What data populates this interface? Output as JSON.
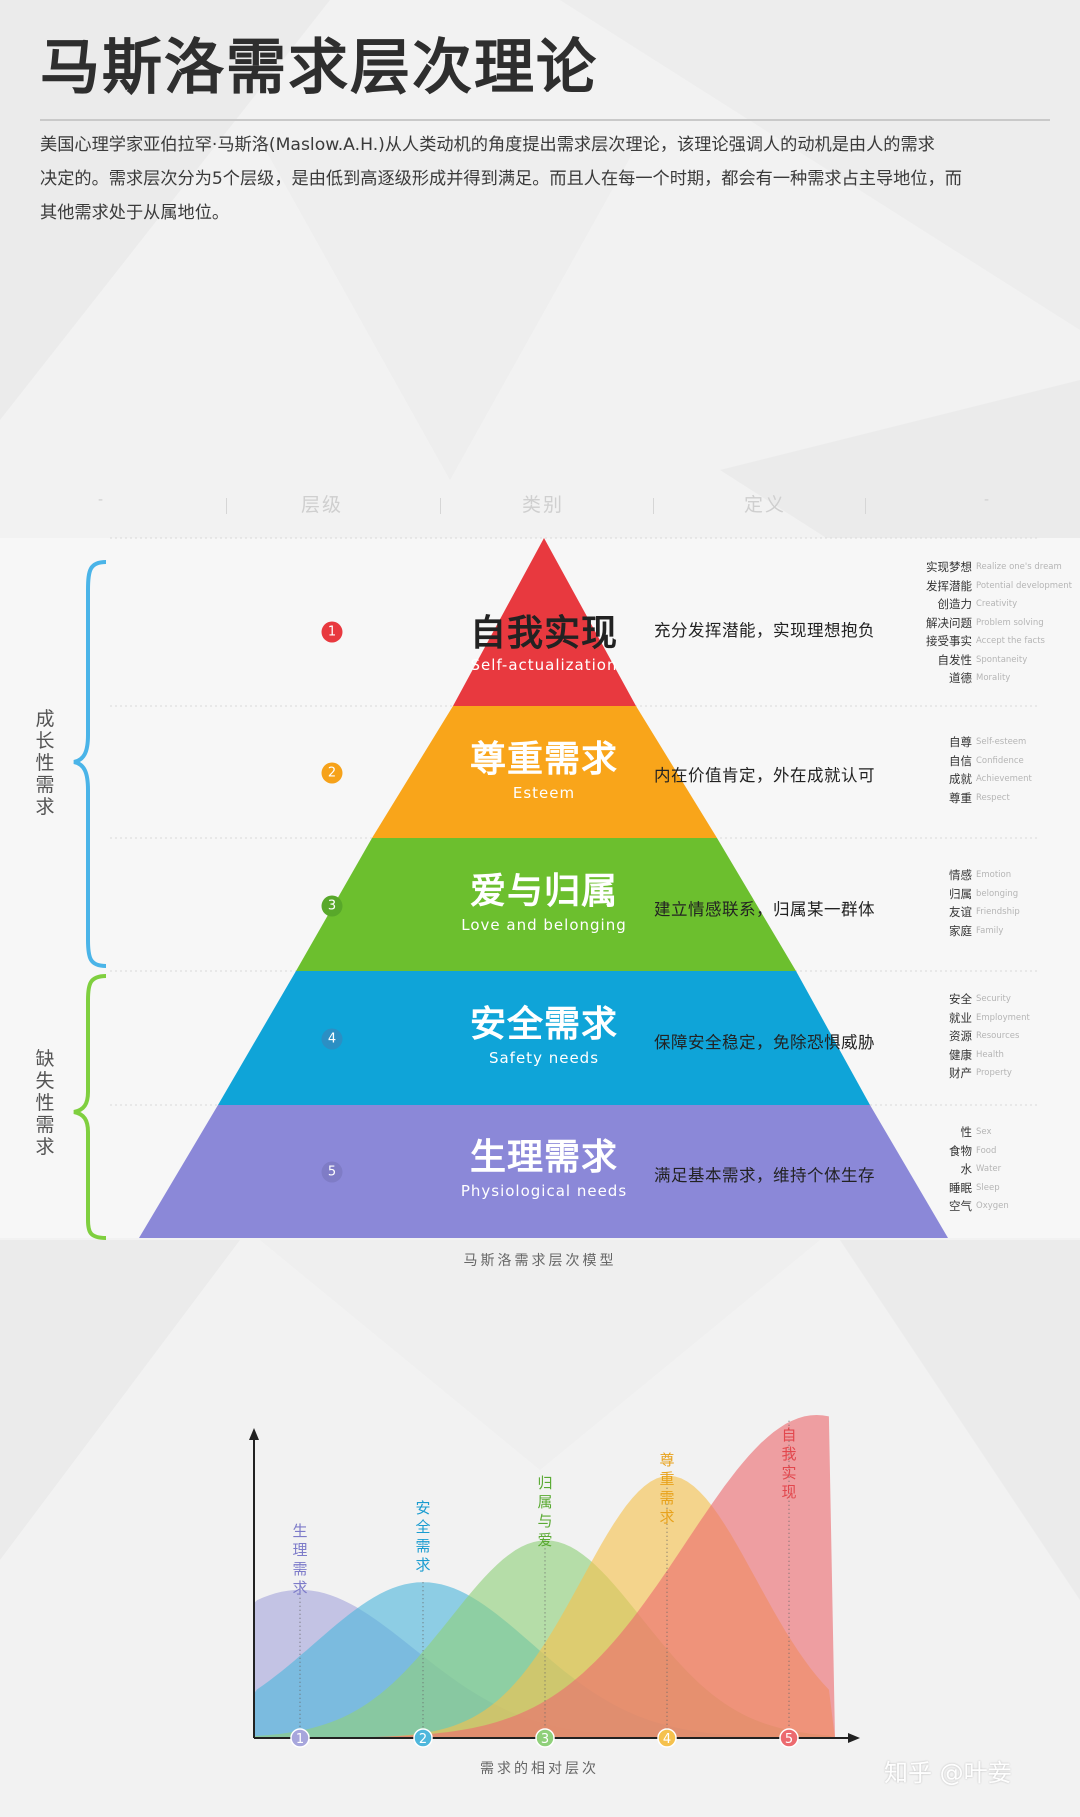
{
  "header": {
    "title": "马斯洛需求层次理论",
    "intro_lines": [
      "美国心理学家亚伯拉罕·马斯洛(Maslow.A.H.)从人类动机的角度提出需求层次理论，该理论强调人的动机是由人的需求",
      "决定的。需求层次分为5个层级，是由低到高逐级形成并得到满足。而且人在每一个时期，都会有一种需求占主导地位，而",
      "其他需求处于从属地位。"
    ]
  },
  "pyramid": {
    "columns": {
      "left_dash": "-",
      "level": "层级",
      "category": "类别",
      "definition": "定义",
      "right_dash": "-"
    },
    "groups": {
      "growth": "成长性需求",
      "deficiency": "缺失性需求"
    },
    "levels": [
      {
        "num": "1",
        "cn": "自我实现",
        "en": "Self-actualization",
        "color": "#e8393f",
        "num_color": "#e8393f",
        "definition": "充分发挥潜能，实现理想抱负",
        "keywords": [
          {
            "cn": "实现梦想",
            "en": "Realize one's dream"
          },
          {
            "cn": "发挥潜能",
            "en": "Potential development"
          },
          {
            "cn": "创造力",
            "en": "Creativity"
          },
          {
            "cn": "解决问题",
            "en": "Problem solving"
          },
          {
            "cn": "接受事实",
            "en": "Accept the facts"
          },
          {
            "cn": "自发性",
            "en": "Spontaneity"
          },
          {
            "cn": "道德",
            "en": "Morality"
          }
        ]
      },
      {
        "num": "2",
        "cn": "尊重需求",
        "en": "Esteem",
        "color": "#f9a51a",
        "num_color": "#f6a21a",
        "definition": "内在价值肯定，外在成就认可",
        "keywords": [
          {
            "cn": "自尊",
            "en": "Self-esteem"
          },
          {
            "cn": "自信",
            "en": "Confidence"
          },
          {
            "cn": "成就",
            "en": "Achievement"
          },
          {
            "cn": "尊重",
            "en": "Respect"
          }
        ]
      },
      {
        "num": "3",
        "cn": "爱与归属",
        "en": "Love and belonging",
        "color": "#6cbf2e",
        "num_color": "#58a82a",
        "definition": "建立情感联系，归属某一群体",
        "keywords": [
          {
            "cn": "情感",
            "en": "Emotion"
          },
          {
            "cn": "归属",
            "en": "belonging"
          },
          {
            "cn": "友谊",
            "en": "Friendship"
          },
          {
            "cn": "家庭",
            "en": "Family"
          }
        ]
      },
      {
        "num": "4",
        "cn": "安全需求",
        "en": "Safety needs",
        "color": "#0fa4d8",
        "num_color": "#2b8fc4",
        "definition": "保障安全稳定，免除恐惧威胁",
        "keywords": [
          {
            "cn": "安全",
            "en": "Security"
          },
          {
            "cn": "就业",
            "en": "Employment"
          },
          {
            "cn": "资源",
            "en": "Resources"
          },
          {
            "cn": "健康",
            "en": "Health"
          },
          {
            "cn": "财产",
            "en": "Property"
          }
        ]
      },
      {
        "num": "5",
        "cn": "生理需求",
        "en": "Physiological needs",
        "color": "#8b88d8",
        "num_color": "#7f7cc6",
        "definition": "满足基本需求，维持个体生存",
        "keywords": [
          {
            "cn": "性",
            "en": "Sex"
          },
          {
            "cn": "食物",
            "en": "Food"
          },
          {
            "cn": "水",
            "en": "Water"
          },
          {
            "cn": "睡眠",
            "en": "Sleep"
          },
          {
            "cn": "空气",
            "en": "Oxygen"
          }
        ]
      }
    ],
    "caption": "马斯洛需求层次模型"
  },
  "chart_data": {
    "type": "area",
    "title": "",
    "xlabel": "需求的相对层次",
    "ylabel": "",
    "x_ticks": [
      "1",
      "2",
      "3",
      "4",
      "5"
    ],
    "series": [
      {
        "name": "生理需求",
        "color": "#a7a6dc",
        "peak_x": 1,
        "peak_y": 0.39
      },
      {
        "name": "安全需求",
        "color": "#4fb7dc",
        "peak_x": 2,
        "peak_y": 0.41
      },
      {
        "name": "归属与爱",
        "color": "#8fd07a",
        "peak_x": 3,
        "peak_y": 0.52
      },
      {
        "name": "尊重需求",
        "color": "#f5c14d",
        "peak_x": 4,
        "peak_y": 0.69
      },
      {
        "name": "自我实现",
        "color": "#ec6a6f",
        "peak_x": 5,
        "peak_y": 0.85
      }
    ]
  },
  "watermark": "知乎 @叶妾"
}
